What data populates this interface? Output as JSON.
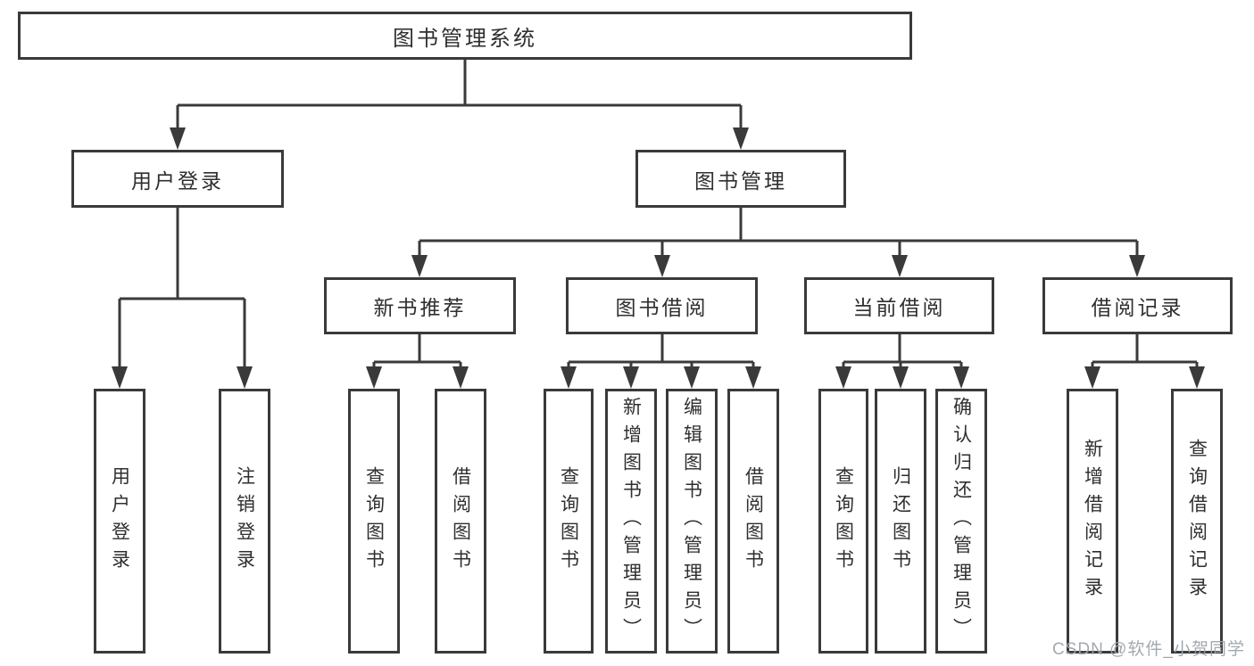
{
  "title": "图书管理系统",
  "tree": {
    "root": "图书管理系统",
    "user_login": {
      "label": "用户登录",
      "children": [
        "用户登录",
        "注销登录"
      ]
    },
    "book_mgmt": {
      "label": "图书管理",
      "sections": {
        "new_books": {
          "label": "新书推荐",
          "children": [
            "查询图书",
            "借阅图书"
          ]
        },
        "book_borrow": {
          "label": "图书借阅",
          "children": [
            "查询图书",
            "新增图书（管理员）",
            "编辑图书（管理员）",
            "借阅图书"
          ]
        },
        "current_borrow": {
          "label": "当前借阅",
          "children": [
            "查询图书",
            "归还图书",
            "确认归还（管理员）"
          ]
        },
        "borrow_records": {
          "label": "借阅记录",
          "children": [
            "新增借阅记录",
            "查询借阅记录"
          ]
        }
      }
    }
  },
  "watermark": "CSDN @软件_小贺同学",
  "colors": {
    "line": "#3a3a3a",
    "text": "#2f2f2f",
    "watermark": "#9ea4ab",
    "background": "#ffffff"
  }
}
